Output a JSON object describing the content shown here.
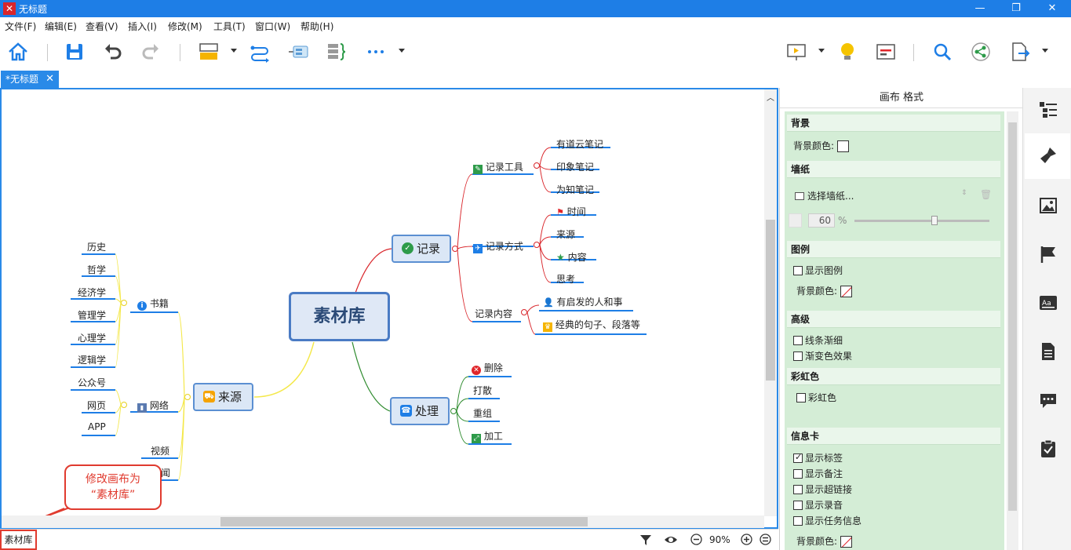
{
  "window": {
    "title": "无标题",
    "minimize_glyph": "—",
    "restore_glyph": "❐",
    "close_glyph": "✕"
  },
  "menu": [
    "文件(F)",
    "编辑(E)",
    "查看(V)",
    "插入(I)",
    "修改(M)",
    "工具(T)",
    "窗口(W)",
    "帮助(H)"
  ],
  "tab": {
    "label": "*无标题",
    "close": "✕"
  },
  "mindmap": {
    "root": "素材库",
    "main_topics": {
      "record": "记录",
      "source": "来源",
      "process": "处理"
    },
    "record": {
      "tools": "记录工具",
      "tools_items": [
        "有道云笔记",
        "印象笔记",
        "为知笔记"
      ],
      "method": "记录方式",
      "method_items": [
        "时间",
        "来源",
        "内容",
        "思考"
      ],
      "content": "记录内容",
      "content_items": [
        "有启发的人和事",
        "经典的句子、段落等"
      ]
    },
    "process_items": [
      "删除",
      "打散",
      "重组",
      "加工"
    ],
    "source": {
      "books": "书籍",
      "books_items": [
        "历史",
        "哲学",
        "经济学",
        "管理学",
        "心理学",
        "逻辑学"
      ],
      "network": "网络",
      "network_items": [
        "公众号",
        "网页",
        "APP"
      ],
      "video": "视频",
      "news_partial": "闻"
    }
  },
  "callout": {
    "line1": "修改画布为",
    "line2": "“素材库”"
  },
  "status": {
    "sheet_tab": "素材库",
    "zoom": "90%"
  },
  "panel": {
    "title": "画布 格式",
    "background": {
      "header": "背景",
      "color_label": "背景颜色:"
    },
    "wallpaper": {
      "header": "墙纸",
      "select": "选择墙纸...",
      "opacity": "60",
      "percent": "%"
    },
    "legend": {
      "header": "图例",
      "show": "显示图例",
      "bg_color": "背景颜色:"
    },
    "advanced": {
      "header": "高级",
      "taper": "线条渐细",
      "gradient": "渐变色效果"
    },
    "rainbow": {
      "header": "彩虹色",
      "option": "彩虹色"
    },
    "infocard": {
      "header": "信息卡",
      "options": [
        "显示标签",
        "显示备注",
        "显示超链接",
        "显示录音",
        "显示任务信息"
      ],
      "bg_color": "背景颜色:"
    }
  },
  "colors": {
    "accent": "#2a8ae8",
    "title_bar": "#1e7ee6",
    "panel_bg": "#d4edd6",
    "record_branch": "#d9262b",
    "source_branch": "#f4e84a",
    "process_branch": "#2e8b2e",
    "callout": "#e03b2f"
  }
}
